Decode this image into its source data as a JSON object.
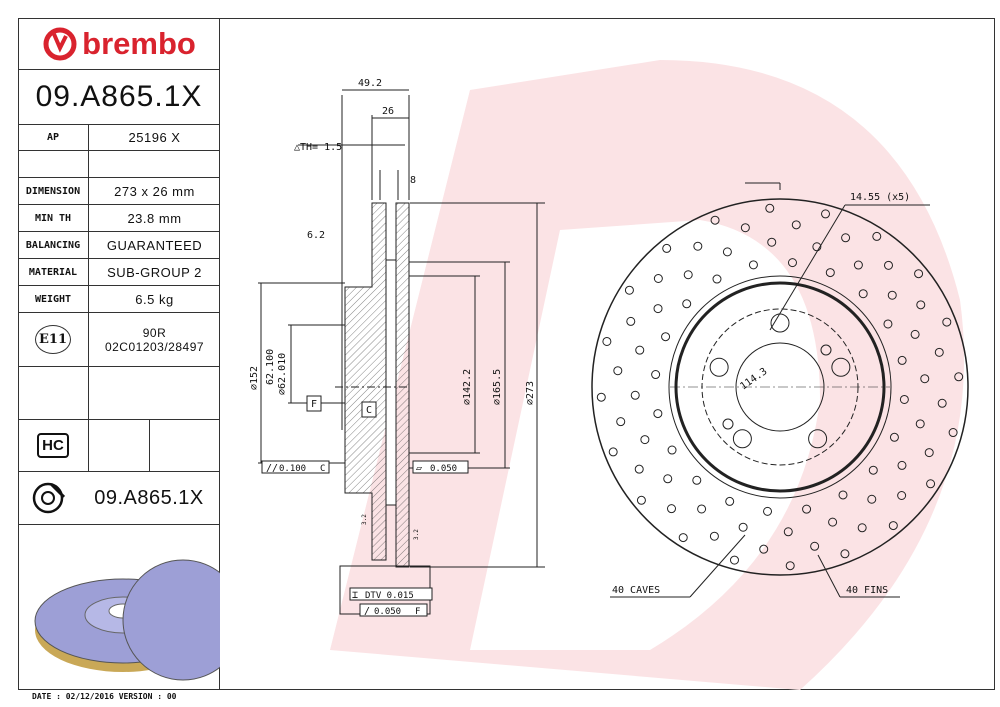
{
  "brand": {
    "name": "brembo",
    "color": "#d9232e"
  },
  "part_number": "09.A865.1X",
  "specs": [
    {
      "label": "AP",
      "value": "25196 X"
    },
    {
      "label": "DIMENSION",
      "value": "273 x 26 mm"
    },
    {
      "label": "MIN TH",
      "value": "23.8 mm"
    },
    {
      "label": "BALANCING",
      "value": "GUARANTEED"
    },
    {
      "label": "MATERIAL",
      "value": "SUB-GROUP 2"
    },
    {
      "label": "WEIGHT",
      "value": "6.5 kg"
    }
  ],
  "approval": {
    "mark": "E11",
    "line1": "90R",
    "line2": "02C01203/28497"
  },
  "hc_badge": "HC",
  "part_number_footer": "09.A865.1X",
  "footer": "DATE : 02/12/2016 VERSION : 00",
  "section_dims": {
    "overall_width": "49.2",
    "thickness": "26",
    "delta_th": "△TH= 1.5",
    "vane": "8",
    "hat_offset": "6.2",
    "d152": "⌀152",
    "bore_max": "62.100",
    "bore_min": "⌀62.010",
    "d142": "⌀142.2",
    "d165": "⌀165.5",
    "d273": "⌀273",
    "datum_f": "F",
    "datum_c": "C",
    "parallel": "0.100",
    "parallel_ref": "C",
    "flatness": "0.050",
    "dtv": "DTV 0.015",
    "runout": "0.050",
    "runout_ref": "F",
    "rough1": "3.2",
    "rough2": "3.2"
  },
  "front_dims": {
    "holes": "14.55 (x5)",
    "pcd": "114.3",
    "caves": "40 CAVES",
    "fins": "40 FINS"
  }
}
